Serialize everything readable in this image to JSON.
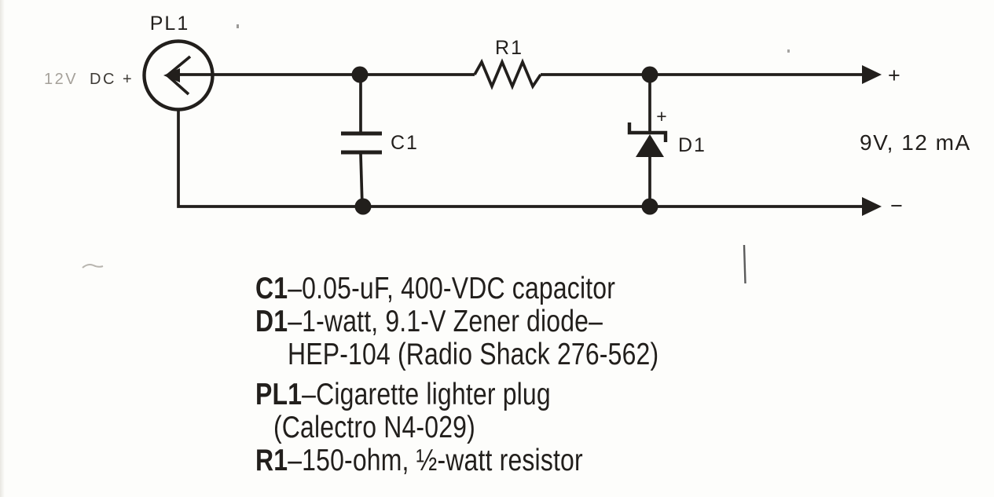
{
  "schematic": {
    "input_voltage_faint": "12V",
    "input_voltage_rest": "DC +",
    "plug_ref": "PL1",
    "resistor_ref": "R1",
    "capacitor_ref": "C1",
    "diode_ref": "D1",
    "diode_polarity_mark": "+",
    "output_positive_mark": "+",
    "output_negative_mark": "−",
    "output_rating": "9V, 12 mA"
  },
  "parts_list": [
    {
      "ref": "C1",
      "desc": "–0.05-uF, 400-VDC capacitor"
    },
    {
      "ref": "D1",
      "desc": "–1-watt, 9.1-V Zener diode–"
    },
    {
      "ref": "",
      "desc": "HEP-104 (Radio Shack 276-562)"
    },
    {
      "ref": "PL1",
      "desc": "–Cigarette lighter plug"
    },
    {
      "ref": "",
      "desc": "(Calectro N4-029)"
    },
    {
      "ref": "R1",
      "desc": "–150-ohm, ½-watt resistor"
    }
  ],
  "colors": {
    "ink": "#221f1c",
    "faint_ink": "#a5a19a",
    "background": "#fdfdfb"
  }
}
